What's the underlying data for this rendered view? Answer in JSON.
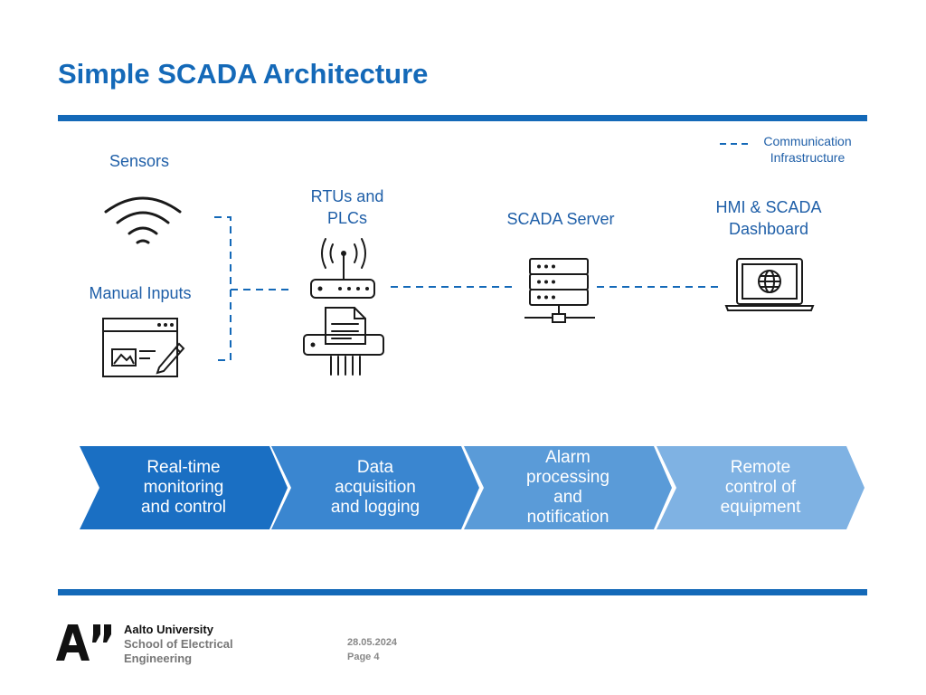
{
  "title": "Simple SCADA Architecture",
  "legend": {
    "line1": "Communication",
    "line2": "Infrastructure",
    "line_color": "#1469b8",
    "icon": "dashed-line"
  },
  "nodes": {
    "sensors": {
      "label": "Sensors",
      "icon": "wifi-signal-icon"
    },
    "manual_inputs": {
      "label": "Manual Inputs",
      "icon": "form-edit-icon"
    },
    "rtus": {
      "line1": "RTUs and",
      "line2": "PLCs",
      "icon": "router-plc-icon"
    },
    "scada_server": {
      "label": "SCADA Server",
      "icon": "server-rack-icon"
    },
    "hmi": {
      "line1": "HMI & SCADA",
      "line2": "Dashboard",
      "icon": "laptop-globe-icon"
    }
  },
  "functions": [
    {
      "lines": [
        "Real-time",
        "monitoring",
        "and control"
      ],
      "color": "#1a6fc3"
    },
    {
      "lines": [
        "Data",
        "acquisition",
        "and logging"
      ],
      "color": "#3a86d0"
    },
    {
      "lines": [
        "Alarm",
        "processing",
        "and",
        "notification"
      ],
      "color": "#5a9bd8"
    },
    {
      "lines": [
        "Remote",
        "control of",
        "equipment"
      ],
      "color": "#7fb2e3"
    }
  ],
  "footer": {
    "uni_line1": "Aalto University",
    "uni_line2": "School of Electrical",
    "uni_line3": "Engineering",
    "date": "28.05.2024",
    "page": "Page 4"
  }
}
